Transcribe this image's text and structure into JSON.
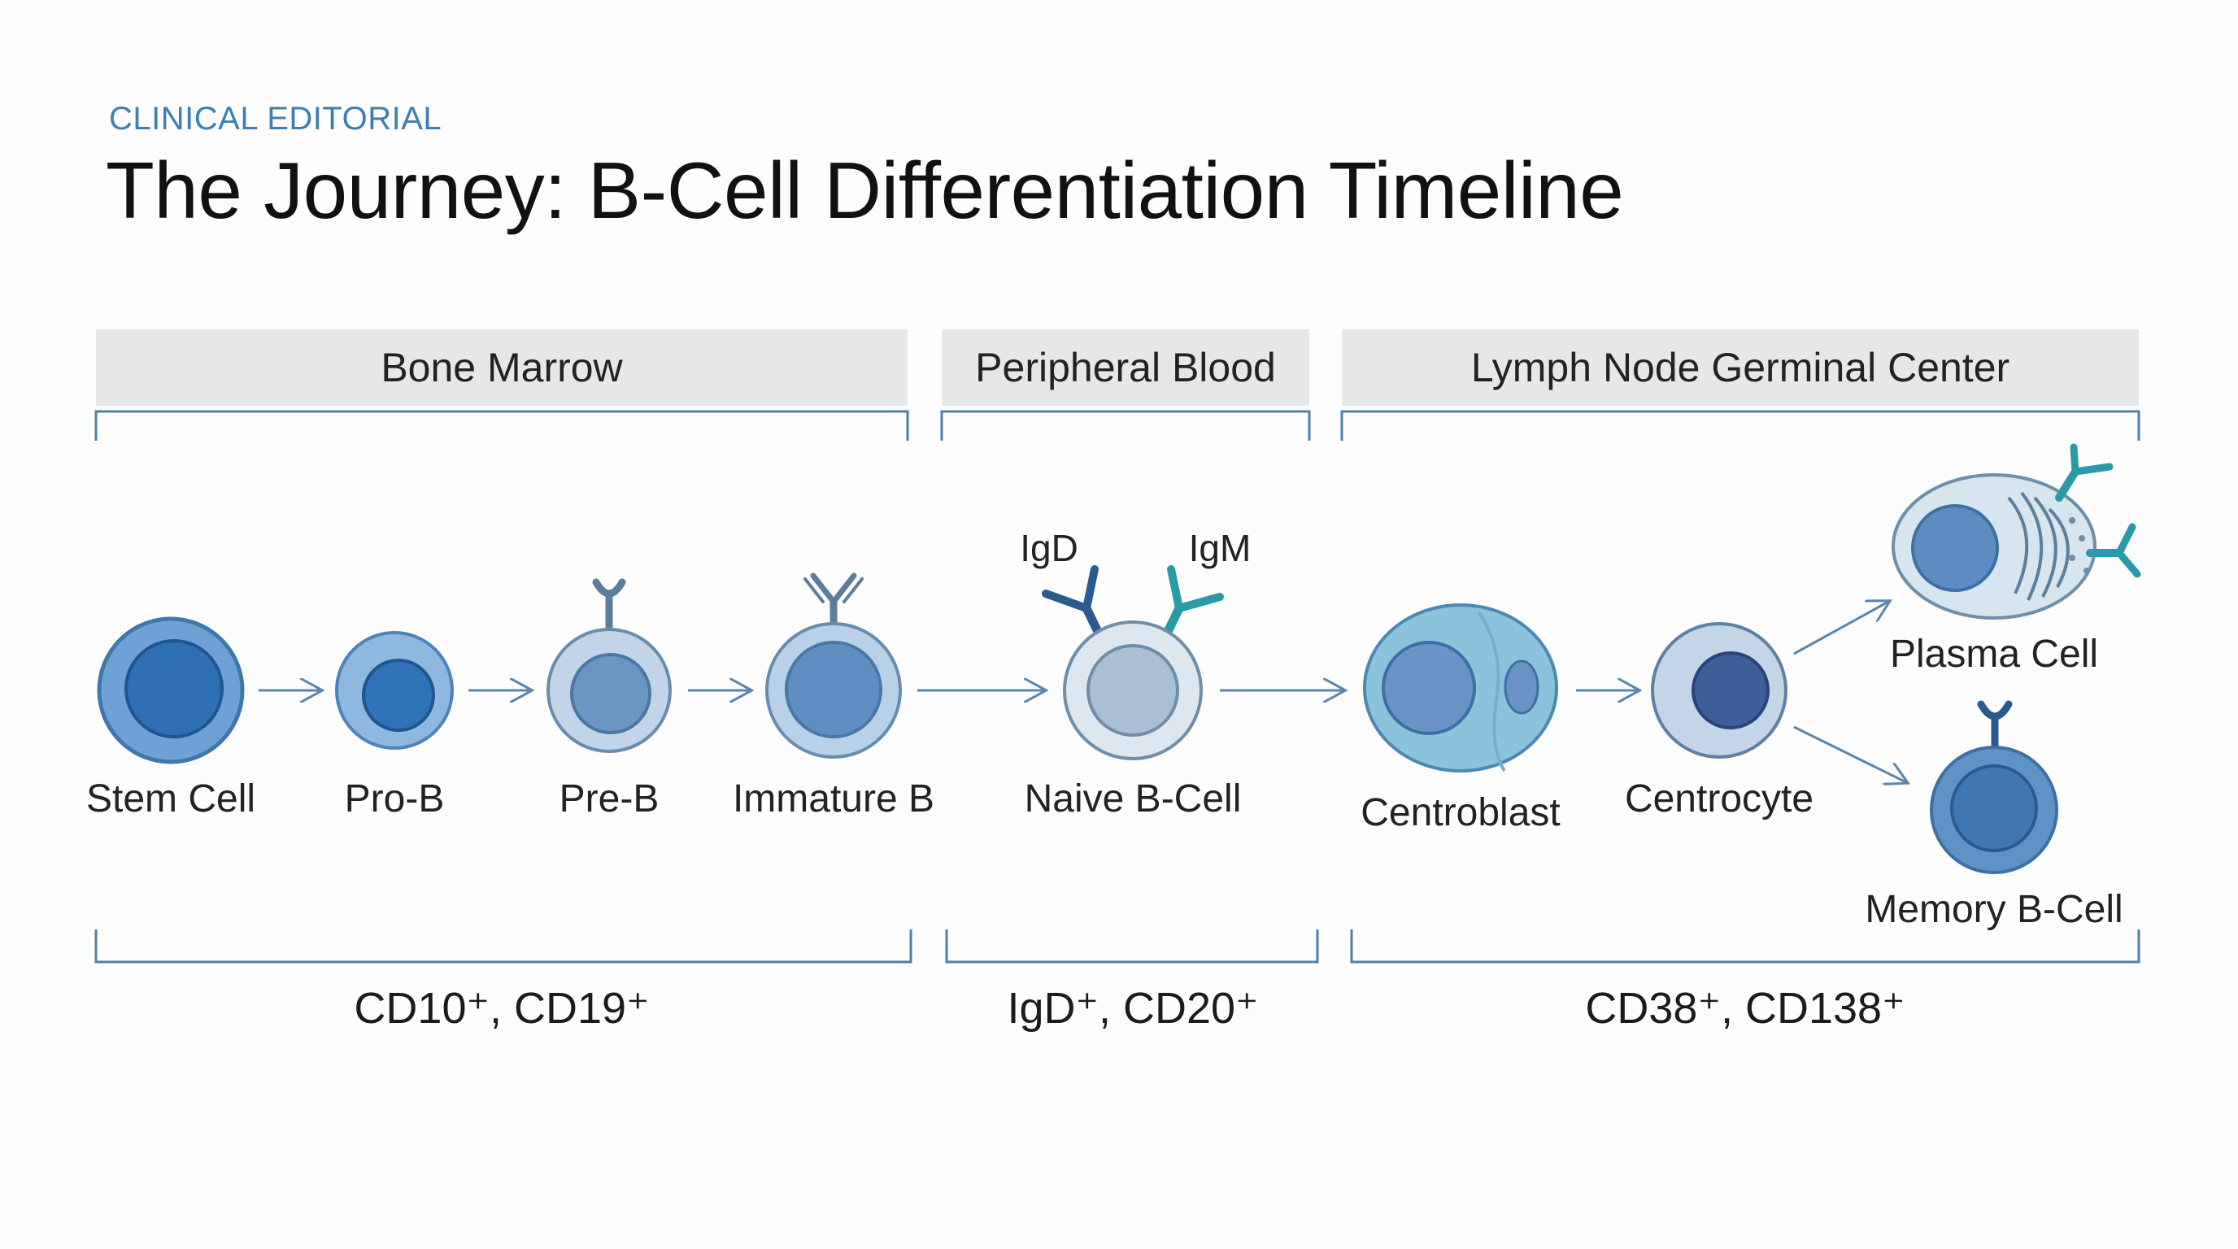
{
  "header": {
    "eyebrow": "CLINICAL EDITORIAL",
    "title": "The Journey: B-Cell Differentiation Timeline"
  },
  "stages": [
    {
      "label": "Bone Marrow",
      "markers": "CD10⁺, CD19⁺"
    },
    {
      "label": "Peripheral Blood",
      "markers": "IgD⁺, CD20⁺"
    },
    {
      "label": "Lymph Node Germinal Center",
      "markers": "CD38⁺, CD138⁺"
    }
  ],
  "cells": {
    "stem_cell": "Stem Cell",
    "pro_b": "Pro-B",
    "pre_b": "Pre-B",
    "immature_b": "Immature B",
    "naive_b": "Naive B-Cell",
    "centroblast": "Centroblast",
    "centrocyte": "Centrocyte",
    "plasma_cell": "Plasma Cell",
    "memory_b": "Memory B-Cell"
  },
  "receptors": {
    "igd": "IgD",
    "igm": "IgM"
  },
  "colors": {
    "accent": "#3f7fb0",
    "line": "#5a86ad",
    "teal": "#2a9aa6",
    "navy": "#2a5b8e"
  }
}
